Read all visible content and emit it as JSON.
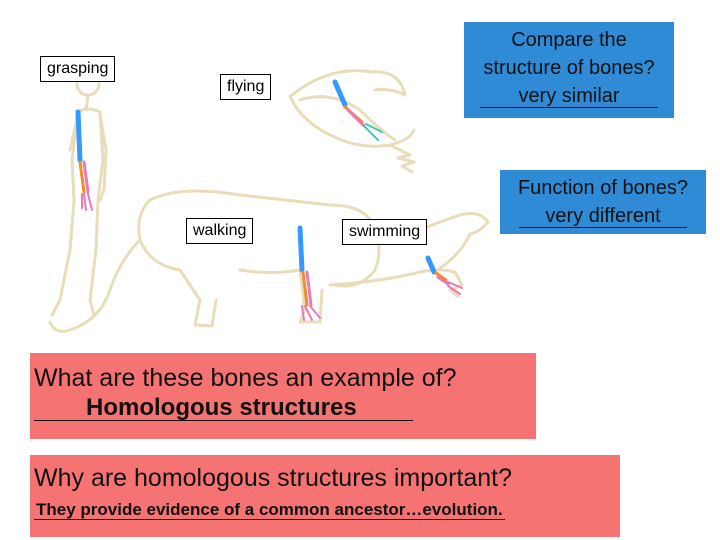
{
  "labels": {
    "grasping": "grasping",
    "flying": "flying",
    "walking": "walking",
    "swimming": "swimming"
  },
  "q_structure": {
    "line1": "Compare the",
    "line2": "structure of bones?",
    "answer": "very similar"
  },
  "q_function": {
    "line1": "Function of bones?",
    "answer": "very different"
  },
  "q_example": {
    "question": "What are these bones an example of?",
    "answer": "Homologous structures"
  },
  "q_importance": {
    "question": "Why are homologous structures important?",
    "answer": "They provide evidence of a common ancestor…evolution."
  },
  "colors": {
    "blue_box": "#2f8bd6",
    "red_box": "#f57373",
    "outline": "#e8ddb8",
    "bone_blue": "#3399ff",
    "bone_orange": "#f28c28",
    "bone_pink": "#e87ab5",
    "bone_teal": "#3cc7b8"
  }
}
